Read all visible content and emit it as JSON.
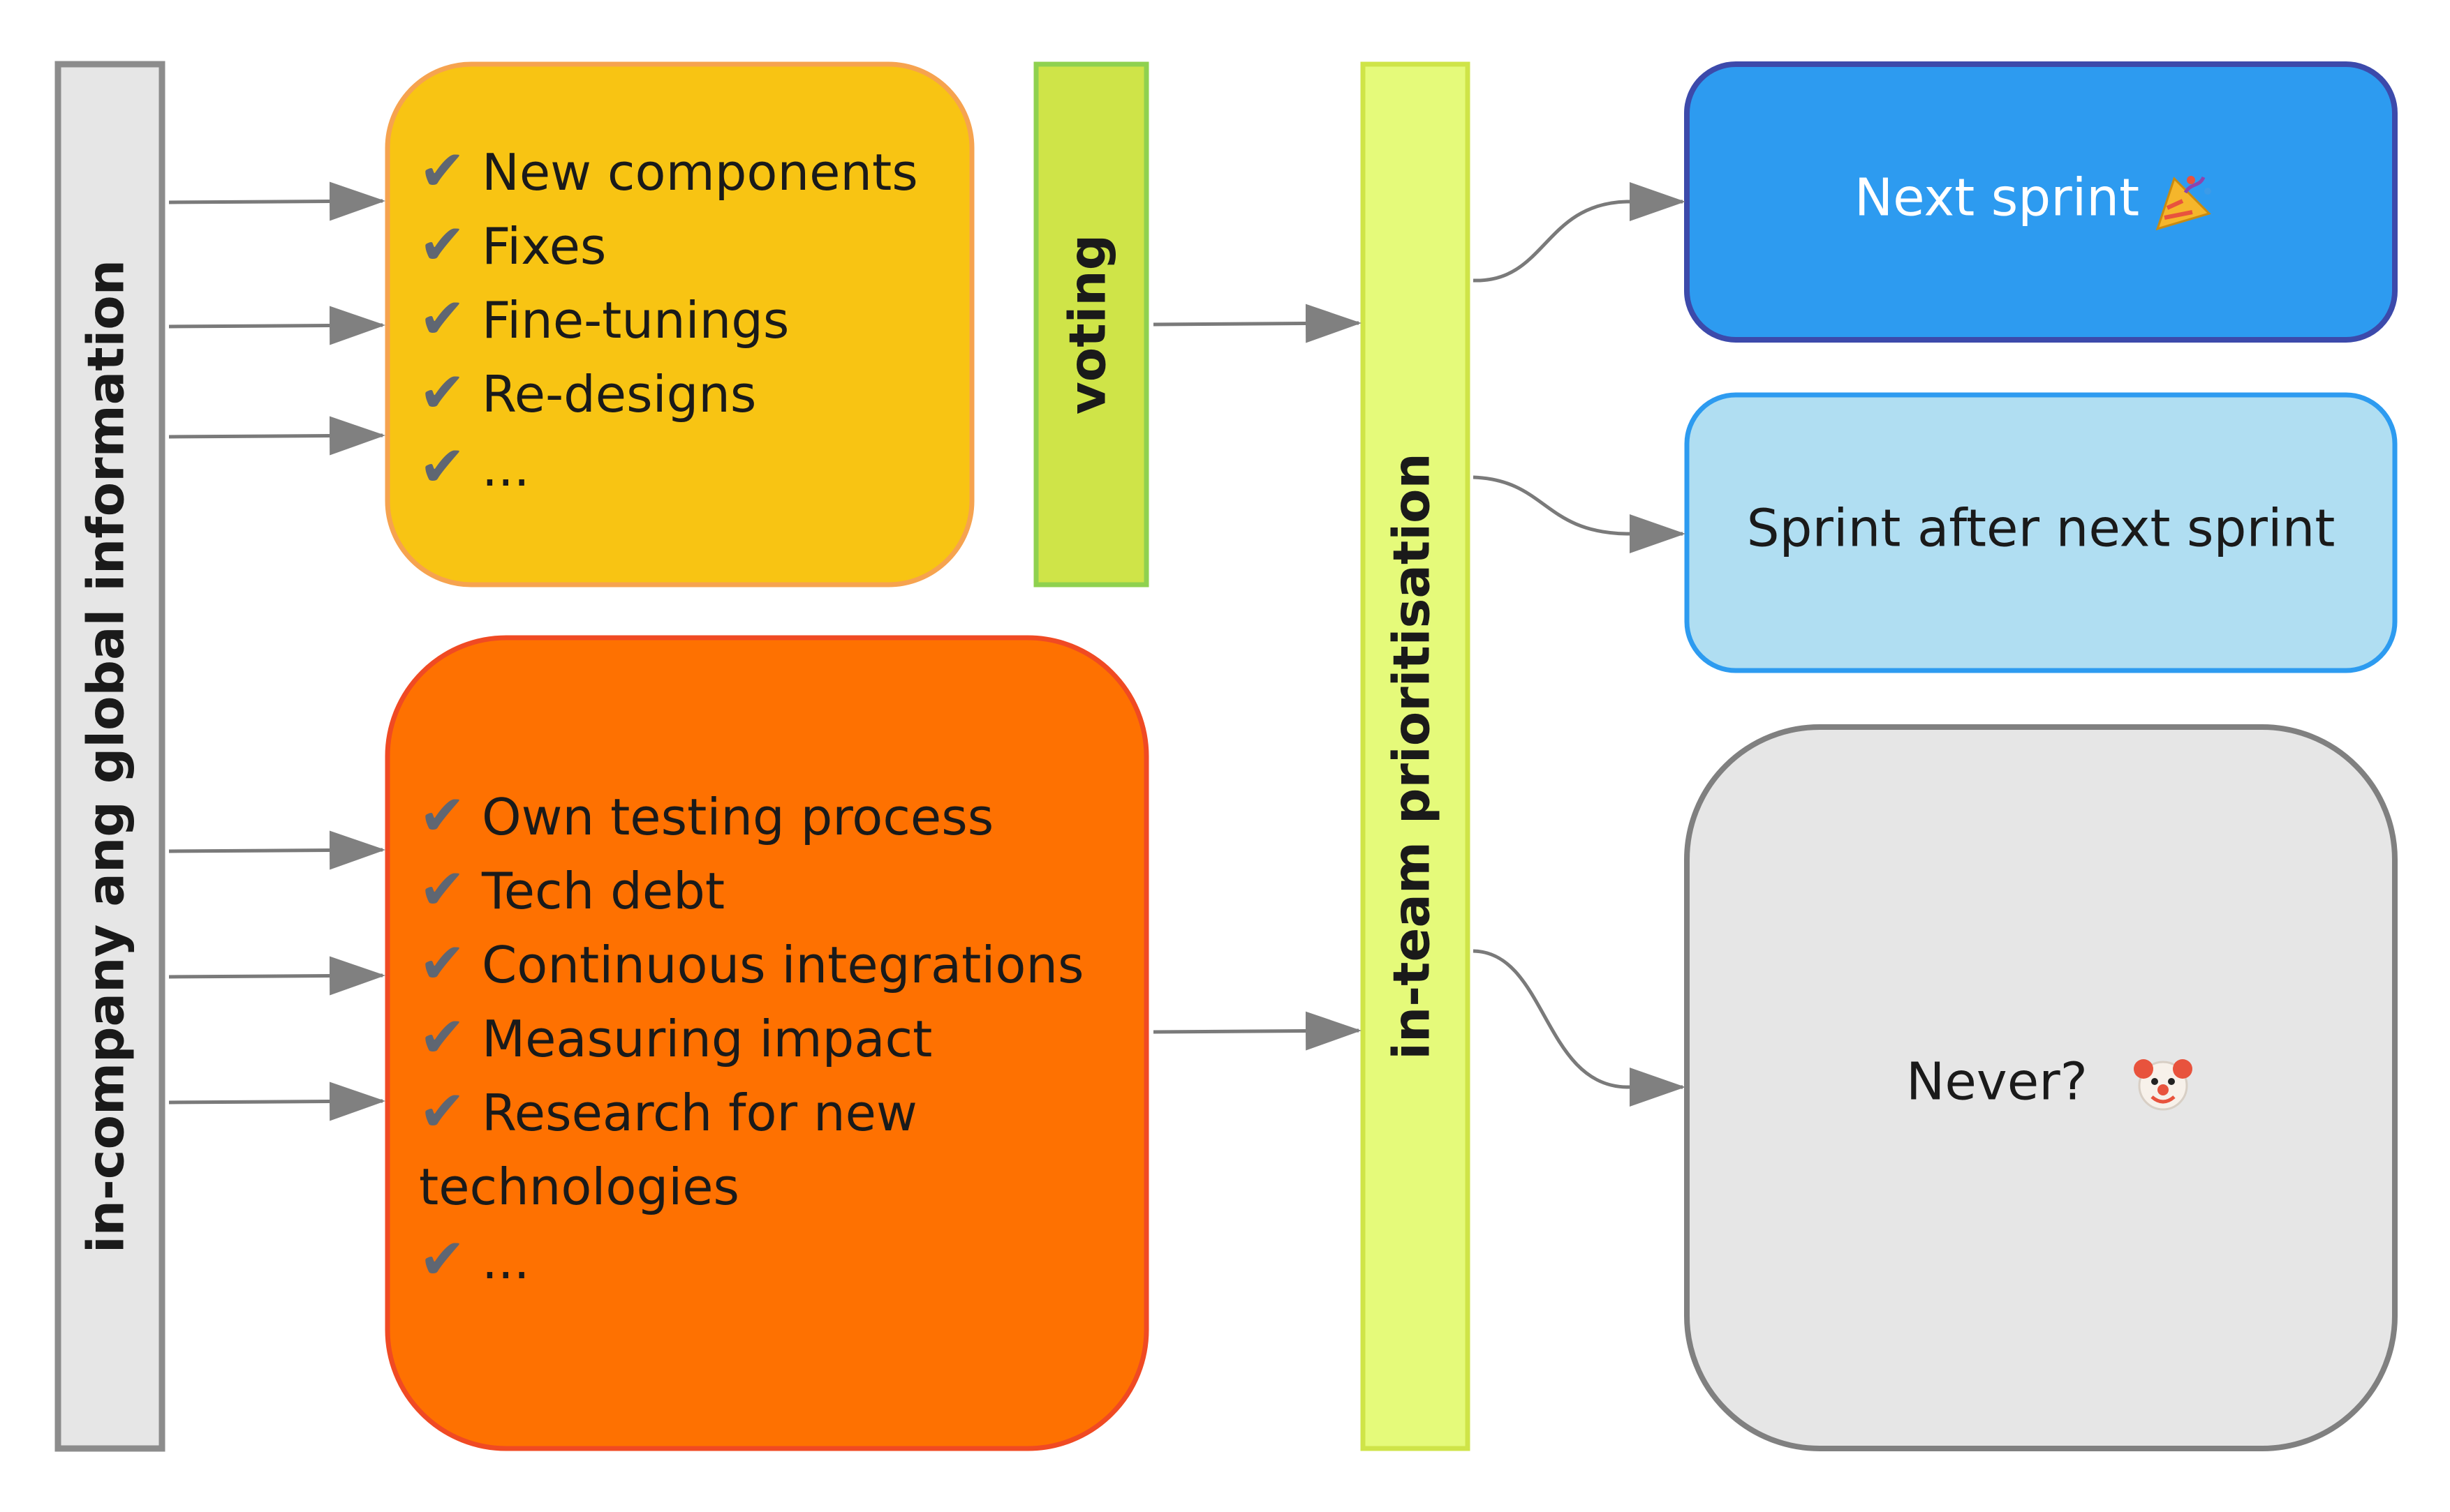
{
  "diagram": {
    "left_bar": {
      "label": "in-company ang global information",
      "fill": "#e6e6e6",
      "stroke": "#8c8c8c"
    },
    "product_box": {
      "items": [
        "New components",
        "Fixes",
        "Fine-tunings",
        "Re-designs",
        "..."
      ],
      "check_icon": "heavy-check-mark-icon",
      "fill": "#f8c413",
      "stroke": "#f6a34f"
    },
    "voting_bar": {
      "label": "voting",
      "fill": "#cfe448",
      "stroke": "#8fd14f"
    },
    "tech_box": {
      "items": [
        "Own testing process",
        "Tech debt",
        "Continuous integrations",
        "Measuring impact",
        "Research for new",
        "technologies",
        "..."
      ],
      "check_icon": "heavy-check-mark-icon",
      "fill": "#fe7101",
      "stroke": "#f04a23"
    },
    "prioritisation_bar": {
      "label": "in-team prioritisation",
      "fill": "#e5fa7a",
      "stroke": "#cfe448"
    },
    "outcomes": [
      {
        "label": "Next sprint",
        "icon": "party-popper-icon",
        "fill": "#2d9bf0",
        "stroke": "#3c4aab",
        "text_color": "#ffffff"
      },
      {
        "label": "Sprint after next sprint",
        "icon": "",
        "fill": "#b0def2",
        "stroke": "#2d9bf0",
        "text_color": "#1a1a1a"
      },
      {
        "label": "Never?",
        "icon": "clown-face-icon",
        "fill": "#e6e6e6",
        "stroke": "#808080",
        "text_color": "#1a1a1a"
      }
    ]
  }
}
